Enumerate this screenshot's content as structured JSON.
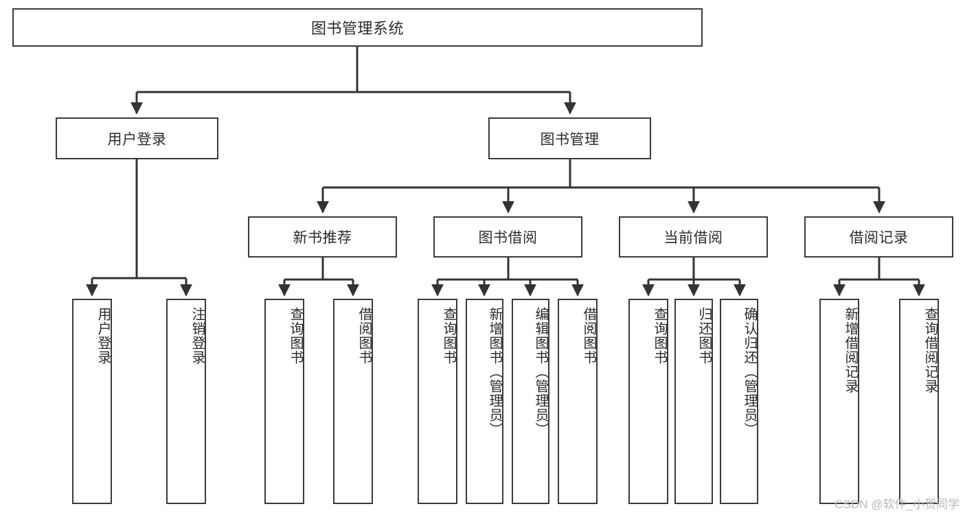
{
  "diagram": {
    "title": "图书管理系统",
    "type": "tree",
    "watermark": "CSDN @软件_小贺同学",
    "colors": {
      "box_border": "#3a3a3a",
      "box_fill": "#ffffff",
      "edge": "#333333",
      "text": "#2b2b2b",
      "watermark": "#b9b9b9",
      "background": "#ffffff"
    },
    "nodes": {
      "root": {
        "label": "图书管理系统"
      },
      "level1": [
        {
          "id": "user-login",
          "label": "用户登录"
        },
        {
          "id": "book-manage",
          "label": "图书管理"
        }
      ],
      "level2": [
        {
          "id": "new-book-recommend",
          "label": "新书推荐"
        },
        {
          "id": "book-borrow",
          "label": "图书借阅"
        },
        {
          "id": "current-borrow",
          "label": "当前借阅"
        },
        {
          "id": "borrow-record",
          "label": "借阅记录"
        }
      ],
      "leaves": {
        "user-login": [
          {
            "id": "leaf-user-login",
            "label": "用户登录"
          },
          {
            "id": "leaf-logout",
            "label": "注销登录"
          }
        ],
        "new-book-recommend": [
          {
            "id": "leaf-query-book-1",
            "label": "查询图书"
          },
          {
            "id": "leaf-borrow-book-1",
            "label": "借阅图书"
          }
        ],
        "book-borrow": [
          {
            "id": "leaf-query-book-2",
            "label": "查询图书"
          },
          {
            "id": "leaf-add-book",
            "label": "新增图书（管理员）"
          },
          {
            "id": "leaf-edit-book",
            "label": "编辑图书（管理员）"
          },
          {
            "id": "leaf-borrow-book-2",
            "label": "借阅图书"
          }
        ],
        "current-borrow": [
          {
            "id": "leaf-query-book-3",
            "label": "查询图书"
          },
          {
            "id": "leaf-return-book",
            "label": "归还图书"
          },
          {
            "id": "leaf-confirm-return",
            "label": "确认归还（管理员）"
          }
        ],
        "borrow-record": [
          {
            "id": "leaf-add-record",
            "label": "新增借阅记录"
          },
          {
            "id": "leaf-query-record",
            "label": "查询借阅记录"
          }
        ]
      }
    }
  }
}
